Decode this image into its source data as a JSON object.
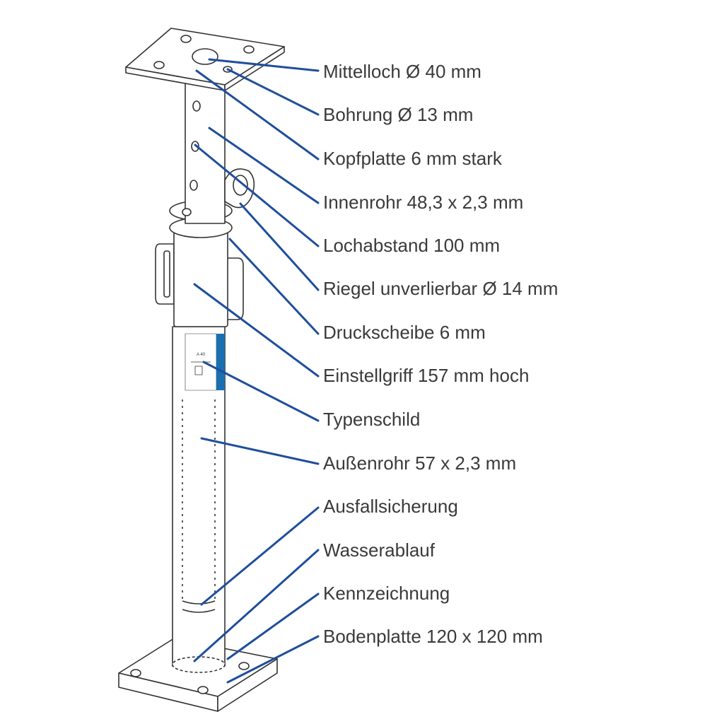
{
  "colors": {
    "leader": "#1f4e9c",
    "outline": "#333333",
    "stripe": "#1a6fb0"
  },
  "type_plate": {
    "model": "A 40"
  },
  "labels": [
    "Mittelloch Ø 40 mm",
    "Bohrung Ø 13 mm",
    "Kopfplatte 6 mm stark",
    "Innenrohr 48,3 x 2,3 mm",
    "Lochabstand 100 mm",
    "Riegel unverlierbar Ø 14 mm",
    "Druckscheibe 6 mm",
    "Einstellgriff 157 mm hoch",
    "Typenschild",
    "Außenrohr 57 x 2,3 mm",
    "Ausfallsicherung",
    "Wasserablauf",
    "Kennzeichnung",
    "Bodenplatte 120 x 120 mm"
  ]
}
